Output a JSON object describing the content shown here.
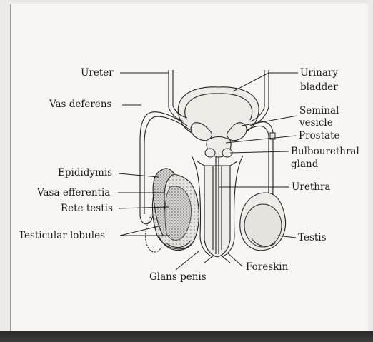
{
  "labels": {
    "ureter": "Ureter",
    "vas_deferens": "Vas deferens",
    "epididymis": "Epididymis",
    "vasa_efferentia": "Vasa efferentia",
    "rete_testis": "Rete testis",
    "testicular_lobules": "Testicular lobules",
    "glans_penis": "Glans penis",
    "foreskin": "Foreskin",
    "urinary_bladder_1": "Urinary",
    "urinary_bladder_2": "bladder",
    "seminal_vesicle_1": "Seminal",
    "seminal_vesicle_2": "vesicle",
    "prostate": "Prostate",
    "bulbourethral_1": "Bulbourethral",
    "bulbourethral_2": "gland",
    "urethra": "Urethra",
    "testis": "Testis"
  },
  "colors": {
    "ink": "#222222",
    "paper": "#f6f5f1",
    "tissue": "#d9d8d2"
  }
}
